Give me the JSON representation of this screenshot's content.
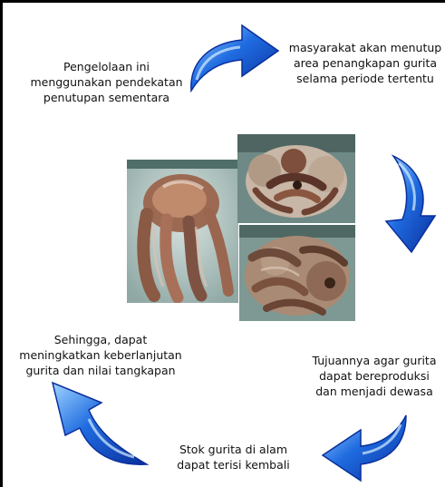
{
  "steps": [
    {
      "lines": [
        "Pengelolaan ini",
        "menggunakan pendekatan",
        "penutupan sementara"
      ]
    },
    {
      "lines": [
        "masyarakat akan menutup",
        "area penangkapan gurita",
        "selama periode tertentu"
      ]
    },
    {
      "lines": [
        "Tujuannya agar gurita",
        "dapat bereproduksi",
        "dan menjadi dewasa"
      ]
    },
    {
      "lines": [
        "Stok gurita di alam",
        "dapat terisi kembali"
      ]
    },
    {
      "lines": [
        "Sehingga, dapat",
        "meningkatkan keberlanjutan",
        "gurita dan nilai tangkapan"
      ]
    }
  ],
  "colors": {
    "arrow_dark": "#0a2f9c",
    "arrow_mid": "#1f6be0",
    "arrow_light": "#9fd4ff"
  },
  "photos": [
    "octopus-photo",
    "octopus-photo",
    "octopus-photo"
  ]
}
